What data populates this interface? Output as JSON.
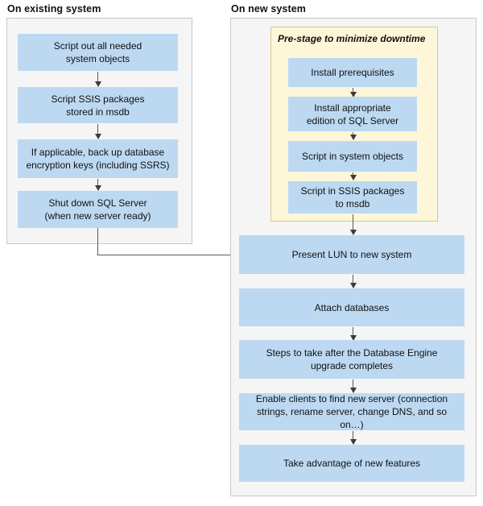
{
  "diagram": {
    "title_left": "On existing system",
    "title_right": "On new system",
    "colors": {
      "node_fill": "#bdd9f2",
      "panel_fill": "#f5f5f5",
      "panel_border": "#c8c8c8",
      "prestage_fill": "#fdf6d8",
      "prestage_border": "#d9c88a",
      "connector": "#595959",
      "text": "#111111"
    }
  },
  "left_panel": {
    "heading": "On existing system",
    "nodes": [
      {
        "line1": "Script out all needed",
        "line2": "system objects"
      },
      {
        "line1": "Script SSIS packages",
        "line2": "stored in msdb"
      },
      {
        "line1": "If applicable, back up database",
        "line2": "encryption keys (including SSRS)"
      },
      {
        "line1": "Shut down SQL Server",
        "line2": "(when new server ready)"
      }
    ]
  },
  "right_panel": {
    "heading": "On new system",
    "prestage": {
      "label": "Pre-stage to minimize downtime",
      "nodes": [
        {
          "line1": "Install prerequisites",
          "line2": ""
        },
        {
          "line1": "Install appropriate",
          "line2": "edition of SQL Server"
        },
        {
          "line1": "Script in system objects",
          "line2": ""
        },
        {
          "line1": "Script in SSIS packages",
          "line2": "to msdb"
        }
      ]
    },
    "nodes": [
      {
        "line1": "Present LUN to new system",
        "line2": ""
      },
      {
        "line1": "Attach databases",
        "line2": ""
      },
      {
        "line1": "Steps to take after the Database Engine",
        "line2": "upgrade completes"
      },
      {
        "line1": "Enable clients to find new server (connection",
        "line2": "strings, rename server, change DNS, and so on…)"
      },
      {
        "line1": "Take advantage of new features",
        "line2": ""
      }
    ]
  }
}
